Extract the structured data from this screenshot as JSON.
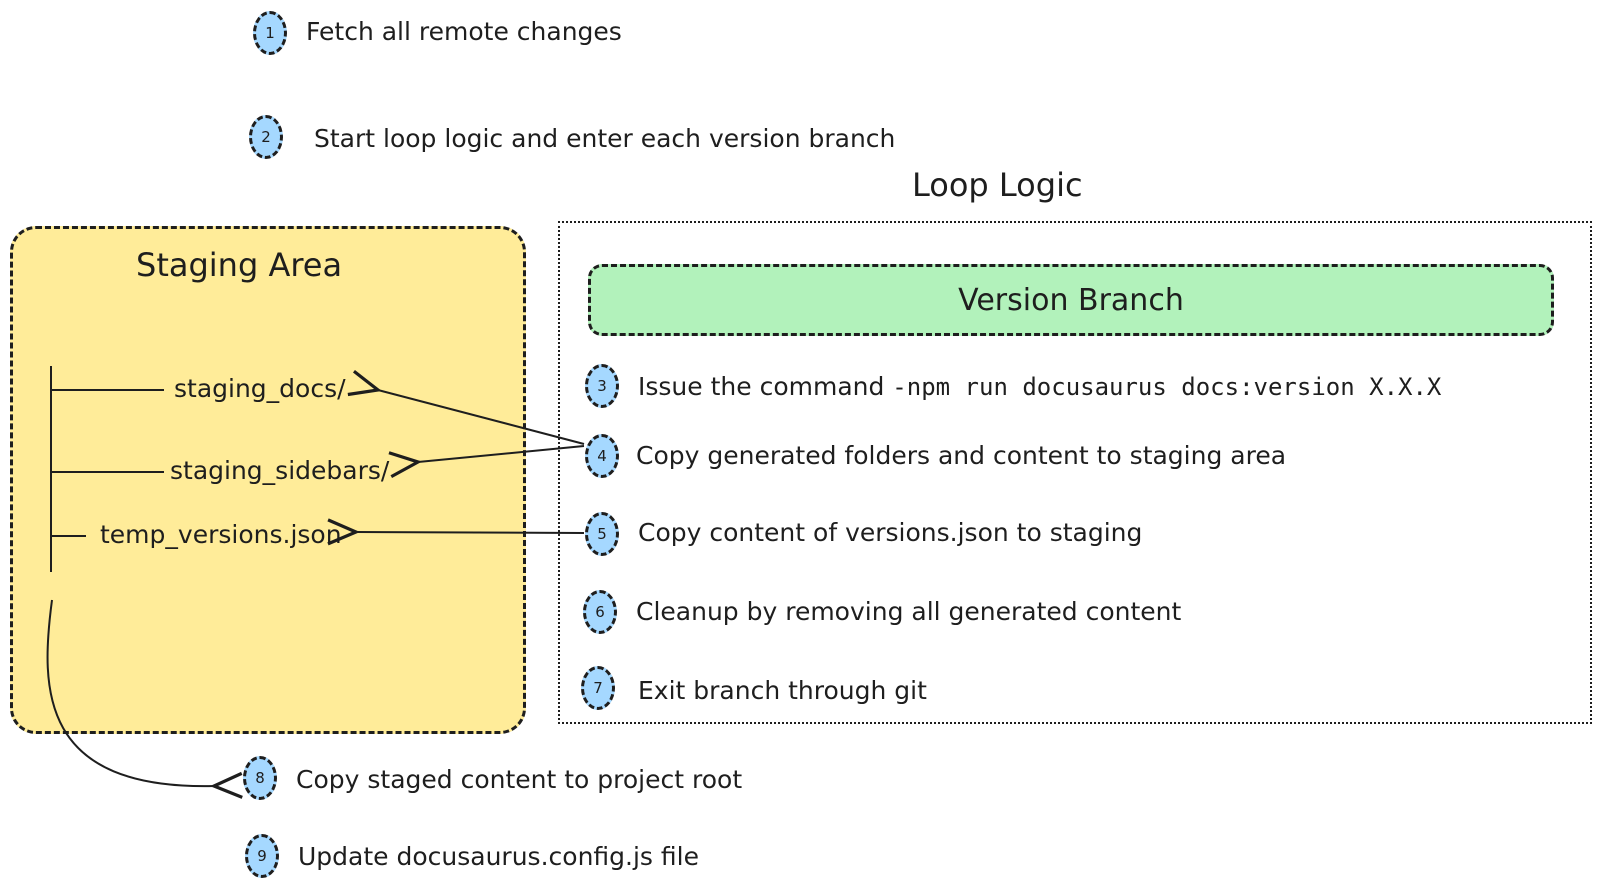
{
  "steps": [
    {
      "num": "1",
      "text": "Fetch all remote changes"
    },
    {
      "num": "2",
      "text": "Start loop logic and enter each version branch"
    },
    {
      "num": "3",
      "text": "Issue the command ",
      "code": "-npm run docusaurus docs:version X.X.X"
    },
    {
      "num": "4",
      "text": "Copy generated folders and content to staging area"
    },
    {
      "num": "5",
      "text": "Copy content of versions.json to staging"
    },
    {
      "num": "6",
      "text": "Cleanup by removing all generated content"
    },
    {
      "num": "7",
      "text": "Exit branch through git"
    },
    {
      "num": "8",
      "text": "Copy staged content to project root"
    },
    {
      "num": "9",
      "text": "Update docusaurus.config.js file"
    }
  ],
  "loop_title": "Loop Logic",
  "staging": {
    "title": "Staging Area",
    "files": [
      "staging_docs/",
      "staging_sidebars/",
      "temp_versions.json"
    ]
  },
  "version_branch": "Version Branch",
  "colors": {
    "badge": "#a5d8ff",
    "staging": "#ffec99",
    "branch": "#b2f2bb",
    "stroke": "#1e1e1e"
  }
}
